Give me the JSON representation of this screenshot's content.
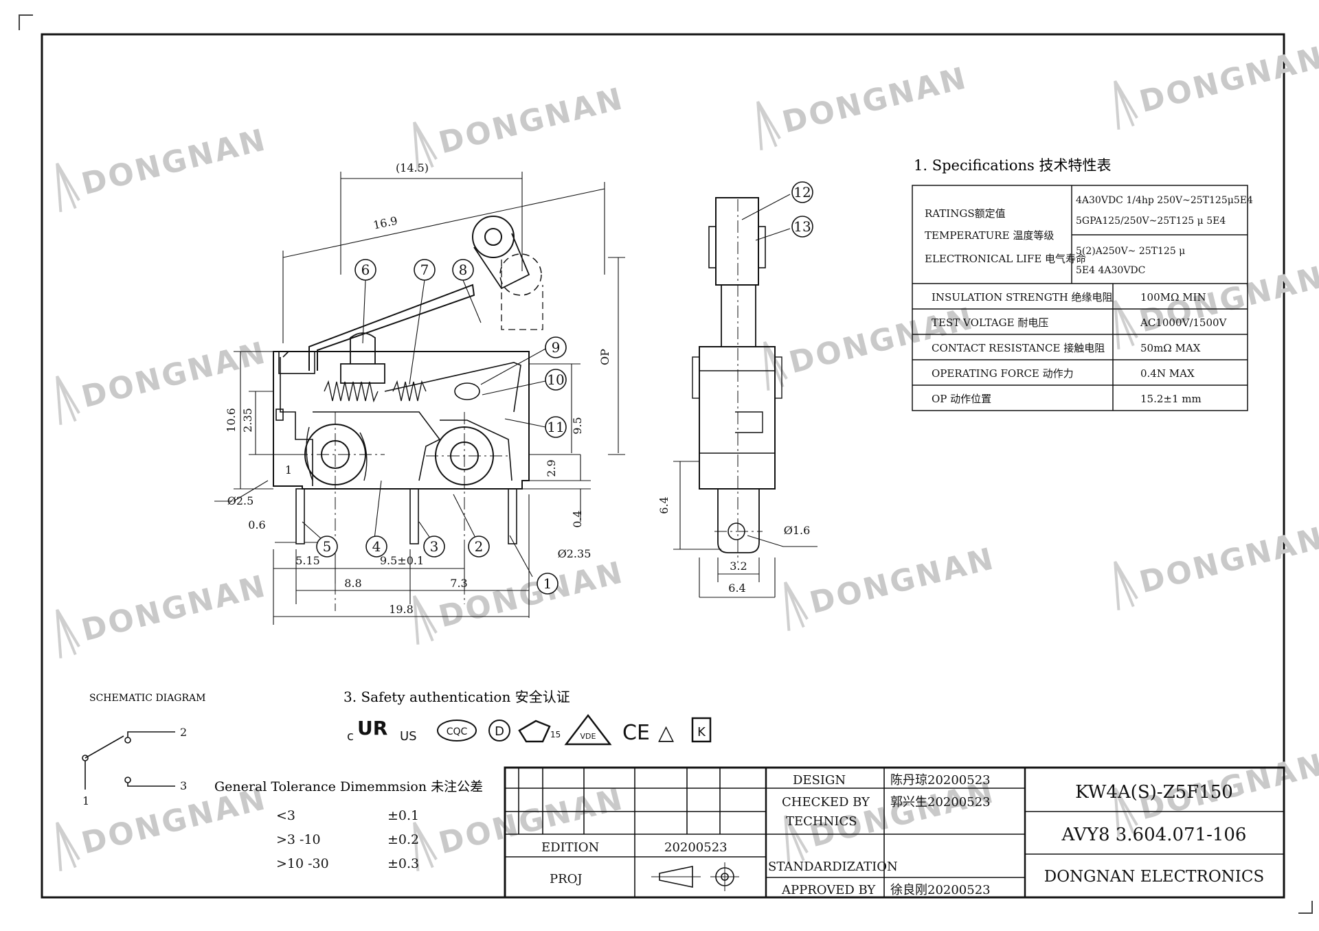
{
  "watermark": "DONGNAN",
  "dimensions": {
    "d145": "(14.5)",
    "d169": "16.9",
    "op": "OP",
    "d106": "10.6",
    "d235": "2.35",
    "d95": "9.5",
    "d29": "2.9",
    "d04": "0.4",
    "d06": "0.6",
    "d25": "Ø2.5",
    "d515": "5.15",
    "d95tol": "9.5±0.1",
    "d88": "8.8",
    "d73": "7.3",
    "d198": "19.8",
    "dphi235": "Ø2.35",
    "d64v": "6.4",
    "dphi16": "Ø1.6",
    "d32": "3.2",
    "d64h": "6.4",
    "one": "1"
  },
  "callouts": [
    "1",
    "2",
    "3",
    "4",
    "5",
    "6",
    "7",
    "8",
    "9",
    "10",
    "11",
    "12",
    "13"
  ],
  "specs": {
    "title": "1. Specifications  技术特性表",
    "ratings_label": "RATINGS额定值",
    "temperature_label": "TEMPERATURE 温度等级",
    "life_label": "ELECTRONICAL LIFE 电气寿命",
    "ratings_line1": "4A30VDC 1/4hp 250V~25T125μ5E4",
    "ratings_line2": "5GPA125/250V~25T125 μ 5E4",
    "ratings_line3": "5(2)A250V~ 25T125 μ",
    "ratings_line4": "5E4  4A30VDC",
    "rows": [
      {
        "label": "INSULATION STRENGTH 绝缘电阻",
        "value": "100MΩ MIN"
      },
      {
        "label": "TEST VOLTAGE 耐电压",
        "value": "AC1000V/1500V"
      },
      {
        "label": "CONTACT RESISTANCE 接触电阻",
        "value": "50mΩ MAX"
      },
      {
        "label": "OPERATING FORCE 动作力",
        "value": "0.4N MAX"
      },
      {
        "label": "OP 动作位置",
        "value": "15.2±1 mm"
      }
    ]
  },
  "schematic": {
    "title": "SCHEMATIC DIAGRAM",
    "pin1": "1",
    "pin2": "2",
    "pin3": "3"
  },
  "safety": {
    "title": "3. Safety authentication  安全认证",
    "marks": [
      "c",
      "UR",
      "US",
      "CQC",
      "D",
      "15",
      "VDE",
      "CE",
      "△",
      "K"
    ]
  },
  "tolerance": {
    "title": "General Tolerance Dimemmsion 未注公差",
    "rows": [
      {
        "range": "<3",
        "tol": "±0.1"
      },
      {
        "range": ">3 -10",
        "tol": "±0.2"
      },
      {
        "range": ">10 -30",
        "tol": "±0.3"
      }
    ]
  },
  "title_block": {
    "edition_label": "EDITION",
    "edition_value": "20200523",
    "proj_label": "PROJ",
    "design_label": "DESIGN",
    "design_value": "陈丹琼20200523",
    "checked_label": "CHECKED BY",
    "checked_value": "郭兴生20200523",
    "technics_label": "TECHNICS",
    "standard_label": "STANDARDIZATION",
    "approved_label": "APPROVED BY",
    "approved_value": "徐良刚20200523",
    "part_number": "KW4A(S)-Z5F150",
    "doc_number": "AVY8 3.604.071-106",
    "company": "DONGNAN ELECTRONICS"
  }
}
